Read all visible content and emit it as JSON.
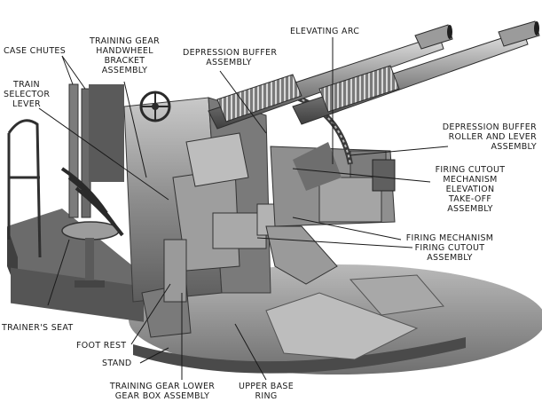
{
  "labels": {
    "case_chutes": [
      "CASE CHUTES"
    ],
    "training_gear_handwheel_bracket": [
      "TRAINING GEAR",
      "HANDWHEEL",
      "BRACKET",
      "ASSEMBLY"
    ],
    "depression_buffer_assembly": [
      "DEPRESSION BUFFER",
      "ASSEMBLY"
    ],
    "elevating_arc": [
      "ELEVATING ARC"
    ],
    "train_selector_lever": [
      "TRAIN",
      "SELECTOR",
      "LEVER"
    ],
    "depression_buffer_roller_lever": [
      "DEPRESSION BUFFER",
      "ROLLER AND LEVER",
      "ASSEMBLY"
    ],
    "firing_cutout_elevation": [
      "FIRING CUTOUT",
      "MECHANISM",
      "ELEVATION",
      "TAKE-OFF",
      "ASSEMBLY"
    ],
    "firing_mechanism_cutout": [
      "FIRING MECHANISM",
      "FIRING CUTOUT",
      "ASSEMBLY"
    ],
    "trainers_seat": [
      "TRAINER'S SEAT"
    ],
    "foot_rest": [
      "FOOT REST"
    ],
    "stand": [
      "STAND"
    ],
    "training_gear_lower_box": [
      "TRAINING GEAR LOWER",
      "GEAR BOX ASSEMBLY"
    ],
    "upper_base_ring": [
      "UPPER BASE",
      "RING"
    ]
  }
}
